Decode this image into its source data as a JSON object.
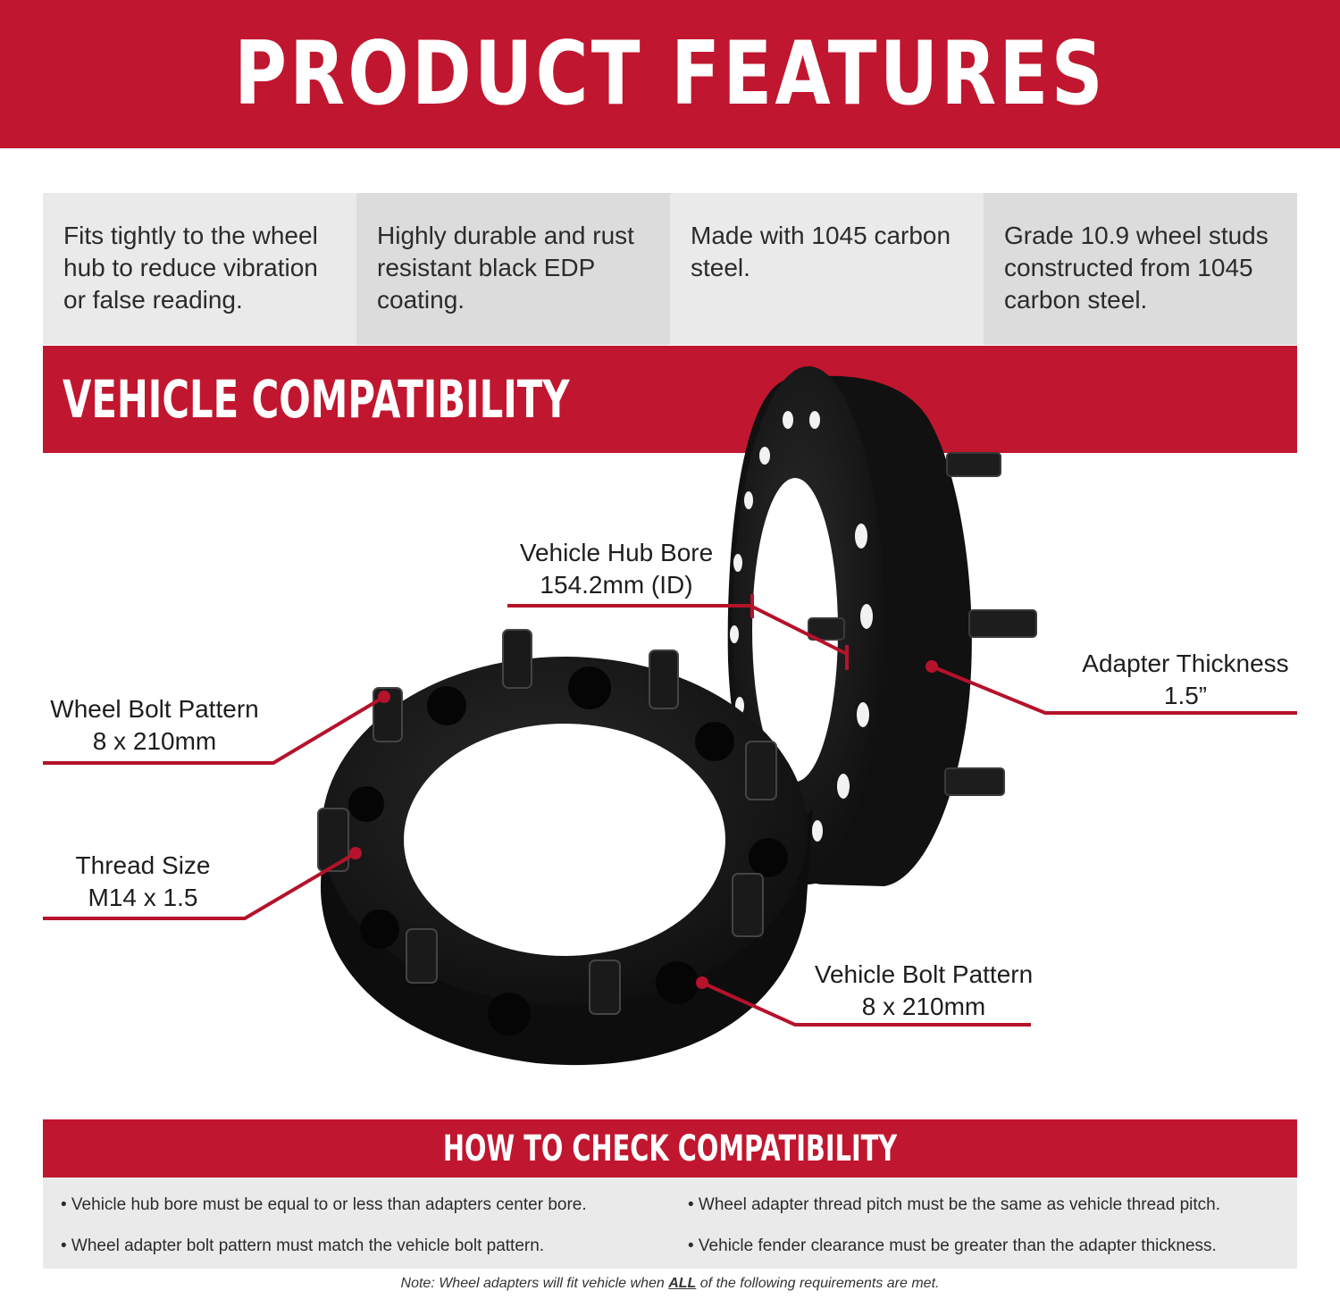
{
  "header": {
    "title": "PRODUCT FEATURES"
  },
  "features": [
    {
      "text": "Fits tightly to the wheel hub to reduce vibration or false reading."
    },
    {
      "text": "Highly durable and rust resistant black EDP coating."
    },
    {
      "text": "Made with 1045 carbon steel."
    },
    {
      "text": "Grade 10.9 wheel studs constructed from 1045 carbon steel."
    }
  ],
  "compatibility": {
    "title": "VEHICLE COMPATIBILITY"
  },
  "callouts": {
    "hub_bore": {
      "name": "Vehicle Hub Bore",
      "value": "154.2mm (ID)"
    },
    "adapter_thickness": {
      "name": "Adapter Thickness",
      "value": "1.5”"
    },
    "wheel_bolt_pattern": {
      "name": "Wheel Bolt Pattern",
      "value": "8 x 210mm"
    },
    "thread_size": {
      "name": "Thread Size",
      "value": "M14 x 1.5"
    },
    "vehicle_bolt_pattern": {
      "name": "Vehicle Bolt Pattern",
      "value": "8 x 210mm"
    }
  },
  "how_to": {
    "title": "HOW TO CHECK COMPATIBILITY",
    "requirements": [
      "• Vehicle hub bore must be equal to or less than adapters center bore.",
      "• Wheel adapter bolt pattern must match the vehicle bolt pattern.",
      "• Wheel adapter thread pitch must be the same as vehicle thread pitch.",
      "• Vehicle fender clearance must be greater than the adapter thickness."
    ]
  },
  "note": {
    "before": "Note: Wheel adapters will fit vehicle when ",
    "emphasis": "ALL",
    "after": " of the following requirements are met."
  },
  "colors": {
    "brand_red": "#c1162f",
    "panel_light": "#eaeaea",
    "panel_dark": "#dcdcdc",
    "adapter_black": "#141414"
  }
}
